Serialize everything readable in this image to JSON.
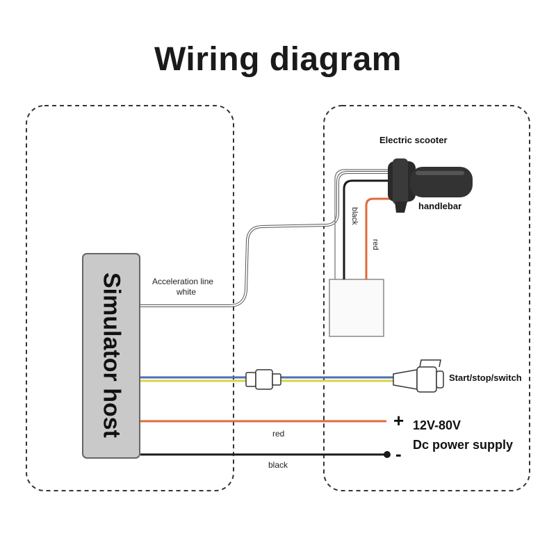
{
  "title": "Wiring diagram",
  "host": {
    "label": "Simulator host"
  },
  "scooter": {
    "label": "Electric scooter",
    "handlebar_label": "handlebar"
  },
  "wires": {
    "acceleration": {
      "line1": "Acceleration line",
      "line2": "white"
    },
    "handlebar_black": "black",
    "handlebar_red": "red",
    "start_stop": "Start/stop/switch",
    "power_red": "red",
    "power_black": "black"
  },
  "power_supply": {
    "line1": "12V-80V",
    "line2": "Dc power supply",
    "plus": "+",
    "minus": "-"
  },
  "colors": {
    "red_wire": "#e06a3c",
    "blue_wire": "#4a6fb5",
    "yellow_wire": "#d9d34a",
    "black_wire": "#1a1a1a",
    "host_fill": "#c9c9c9"
  }
}
